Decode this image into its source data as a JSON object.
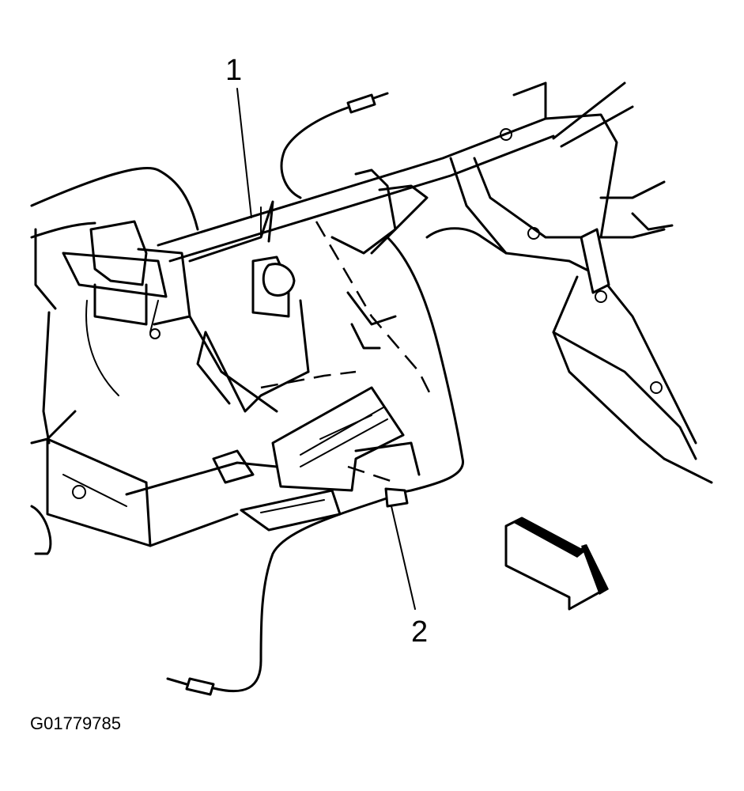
{
  "figure": {
    "id": "G01779785",
    "callouts": [
      {
        "label": "1"
      },
      {
        "label": "2"
      }
    ],
    "line_color": "#000000",
    "background": "#ffffff"
  }
}
